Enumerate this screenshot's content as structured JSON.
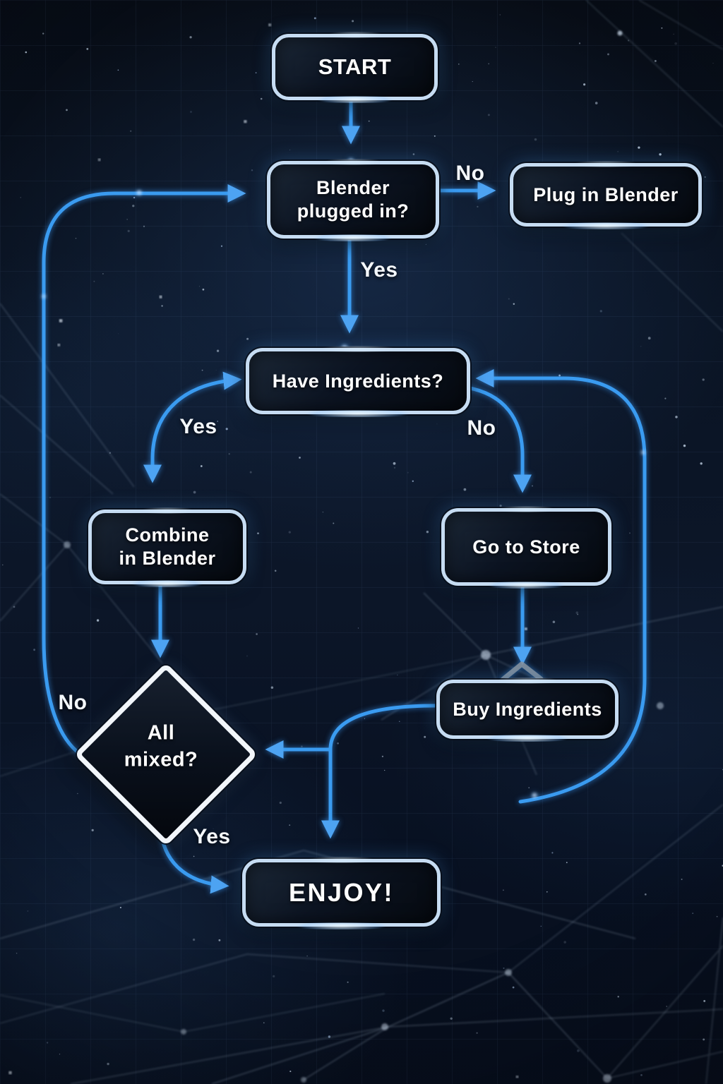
{
  "flow": {
    "title_hint": "blender-smoothie-flowchart",
    "nodes": {
      "start": {
        "label": "START",
        "shape": "rounded-rect"
      },
      "plugged": {
        "line1": "Blender",
        "line2": "plugged in?",
        "shape": "rounded-rect"
      },
      "plug": {
        "label": "Plug in Blender",
        "shape": "rounded-rect"
      },
      "have": {
        "label": "Have Ingredients?",
        "shape": "rounded-rect"
      },
      "combine": {
        "line1": "Combine",
        "line2": "in Blender",
        "shape": "rounded-rect"
      },
      "store": {
        "label": "Go to Store",
        "shape": "rounded-rect"
      },
      "buy": {
        "label": "Buy Ingredients",
        "shape": "rounded-rect"
      },
      "mixed": {
        "line1": "All",
        "line2": "mixed?",
        "shape": "diamond"
      },
      "enjoy": {
        "label": "ENJOY!",
        "shape": "rounded-rect"
      }
    },
    "edges": [
      {
        "from": "start",
        "to": "plugged",
        "label": ""
      },
      {
        "from": "plugged",
        "to": "plug",
        "label": "No"
      },
      {
        "from": "plugged",
        "to": "have",
        "label": "Yes"
      },
      {
        "from": "have",
        "to": "combine",
        "label": "Yes"
      },
      {
        "from": "have",
        "to": "store",
        "label": "No"
      },
      {
        "from": "combine",
        "to": "mixed",
        "label": ""
      },
      {
        "from": "store",
        "to": "buy",
        "label": ""
      },
      {
        "from": "buy",
        "to": "mixed",
        "label": ""
      },
      {
        "from": "buy",
        "to": "enjoy",
        "label": ""
      },
      {
        "from": "buy",
        "to": "have",
        "label": ""
      },
      {
        "from": "mixed",
        "to": "plugged",
        "label": "No"
      },
      {
        "from": "mixed",
        "to": "enjoy",
        "label": "Yes"
      }
    ],
    "colors": {
      "arrow": "#3a9bf0",
      "node_border": "#c6dcf2",
      "diamond_border": "#f2f6fb",
      "node_fill": "#0c1422",
      "background": "#0a1424",
      "text": "#ffffff"
    }
  }
}
